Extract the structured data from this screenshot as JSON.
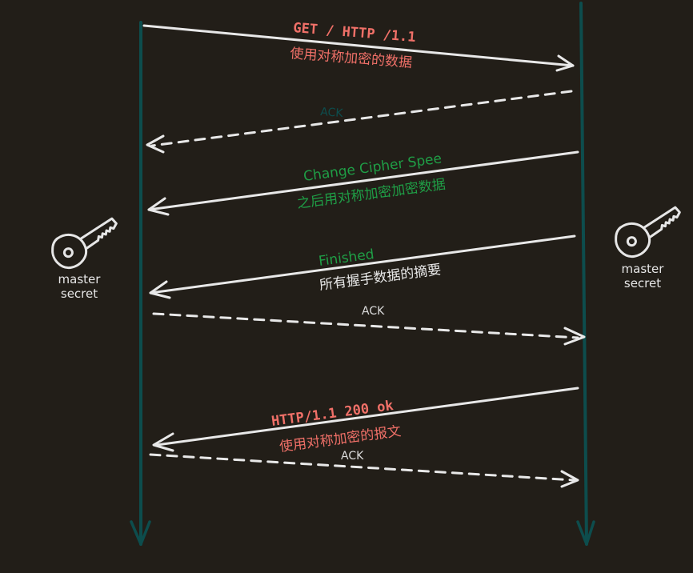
{
  "colors": {
    "background": "#221e18",
    "lifeline": "#0d4d4d",
    "arrow": "#e8e8e8",
    "http_text": "#f07068",
    "tls_text": "#1f9e46",
    "ack_dark": "#0d4d4d",
    "ack_light": "#dcdcdc"
  },
  "left_party": {
    "key_icon": "key-icon",
    "label_line1": "master",
    "label_line2": "secret"
  },
  "right_party": {
    "key_icon": "key-icon",
    "label_line1": "master",
    "label_line2": "secret"
  },
  "messages": {
    "get_request": {
      "line1": "GET / HTTP /1.1",
      "line2": "使用对称加密的数据"
    },
    "ack1": {
      "label": "ACK"
    },
    "change_cipher": {
      "line1": "Change Cipher Spee",
      "line2": "之后用对称加密加密数据"
    },
    "finished": {
      "line1": "Finished",
      "line2": "所有握手数据的摘要"
    },
    "ack2": {
      "label": "ACK"
    },
    "http_response": {
      "line1": "HTTP/1.1 200 ok",
      "line2": "使用对称加密的报文"
    },
    "ack3": {
      "label": "ACK"
    }
  }
}
